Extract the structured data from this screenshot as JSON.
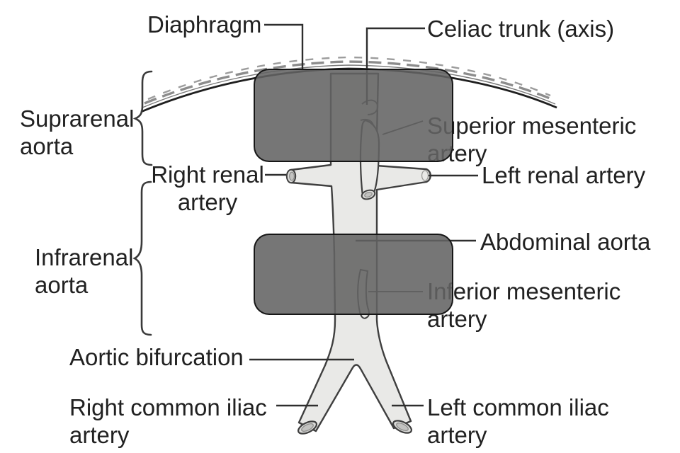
{
  "figure": {
    "description": "Labeled diagram of the abdominal aorta with two gray cover boxes hiding the suprarenal and infrarenal aorta regions",
    "labels": {
      "diaphragm": "Diaphragm",
      "celiac_trunk": "Celiac trunk (axis)",
      "suprarenal_aorta": "Suprarenal aorta",
      "right_renal_artery": "Right renal artery",
      "superior_mesenteric_artery": "Superior mesenteric artery",
      "left_renal_artery": "Left renal artery",
      "abdominal_aorta": "Abdominal aorta",
      "inferior_mesenteric_artery": "Inferior mesenteric artery",
      "infrarenal_aorta": "Infrarenal aorta",
      "aortic_bifurcation": "Aortic bifurcation",
      "right_common_iliac_artery": "Right common iliac artery",
      "left_common_iliac_artery": "Left common iliac artery"
    },
    "colors": {
      "background": "#ffffff",
      "vessel_fill": "#e9e9e7",
      "vessel_outline": "#3f3f3f",
      "vessel_lumen": "#c3c3c1",
      "label_text": "#212121",
      "leader_line": "#2e2e2e",
      "cover_fill": "rgba(99,99,99,0.88)",
      "cover_border": "rgba(15,15,15,0.92)"
    },
    "overlays": [
      {
        "name": "suprarenal-region-cover",
        "covers": "Suprarenal aorta region"
      },
      {
        "name": "infrarenal-region-cover",
        "covers": "Infrarenal aorta region"
      }
    ]
  }
}
